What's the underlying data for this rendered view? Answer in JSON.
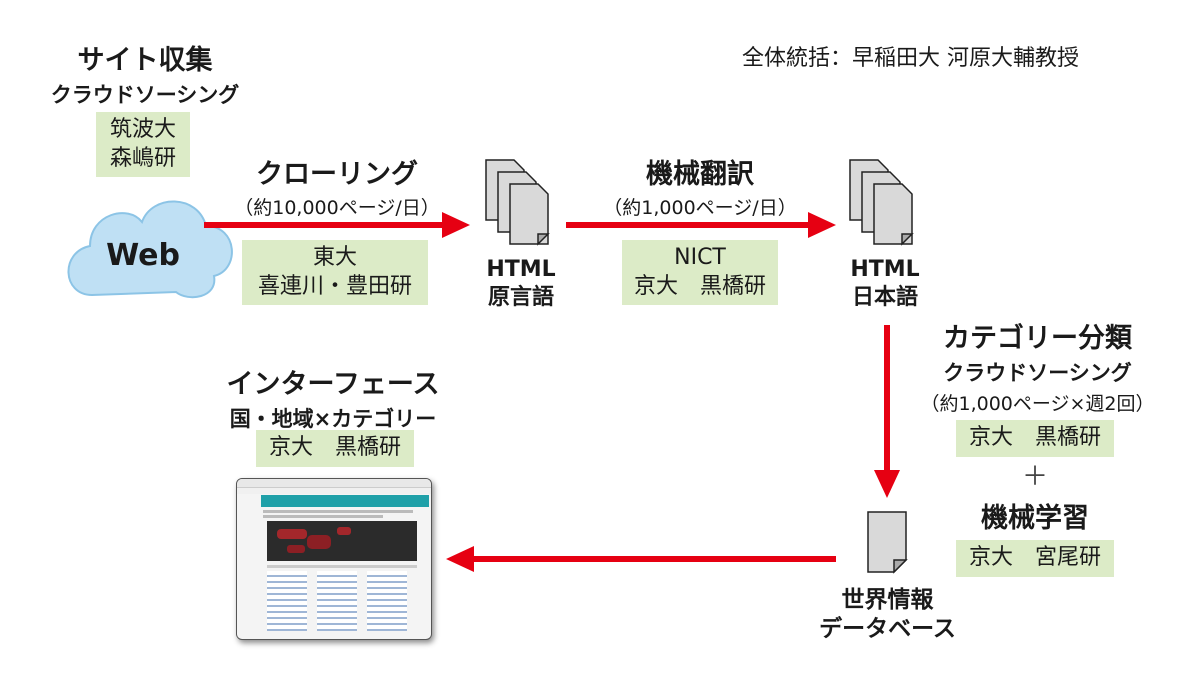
{
  "supervisor": "全体統括：早稲田大 河原大輔教授",
  "collect": {
    "title": "サイト収集",
    "subtitle": "クラウドソーシング",
    "org_line1": "筑波大",
    "org_line2": "森嶋研"
  },
  "web_label": "Web",
  "crawl": {
    "title": "クローリング",
    "rate": "（約10,000ページ/日）",
    "org_line1": "東大",
    "org_line2": "喜連川・豊田研"
  },
  "html_source": {
    "line1": "HTML",
    "line2": "原言語"
  },
  "mt": {
    "title": "機械翻訳",
    "rate": "（約1,000ページ/日）",
    "org_line1": "NICT",
    "org_line2": "京大　黒橋研"
  },
  "html_ja": {
    "line1": "HTML",
    "line2": "日本語"
  },
  "category": {
    "title": "カテゴリー分類",
    "subtitle": "クラウドソーシング",
    "rate": "（約1,000ページ×週2回）",
    "org": "京大　黒橋研"
  },
  "plus": "＋",
  "ml": {
    "title": "機械学習",
    "org": "京大　宮尾研"
  },
  "db": {
    "line1": "世界情報",
    "line2": "データベース"
  },
  "interface": {
    "title": "インターフェース",
    "subtitle": "国・地域×カテゴリー",
    "org": "京大　黒橋研"
  },
  "colors": {
    "arrow": "#e60012",
    "green_box": "#dcebc7",
    "cloud": "#bfe0f4",
    "cloud_stroke": "#8cc4e6"
  }
}
